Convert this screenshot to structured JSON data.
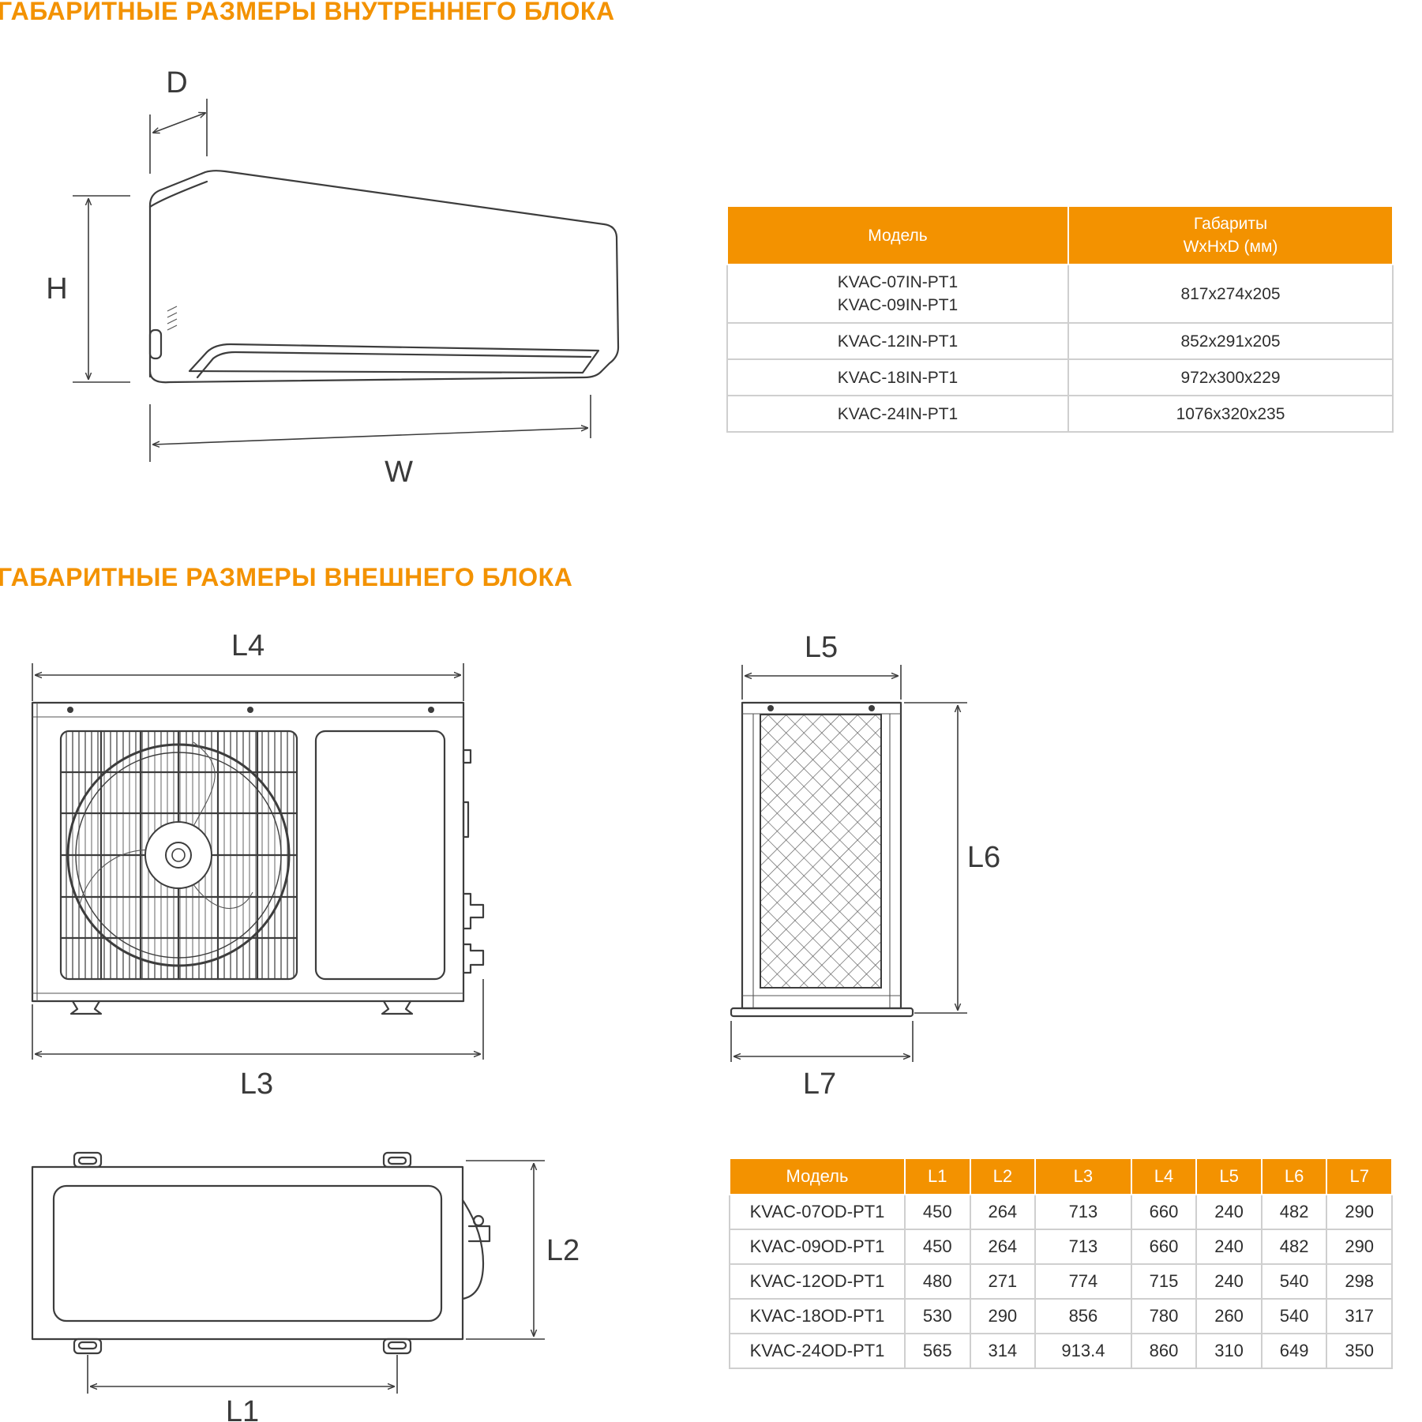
{
  "indoor": {
    "title": "ГАБАРИТНЫЕ РАЗМЕРЫ ВНУТРЕННЕГО БЛОКА",
    "labels": {
      "D": "D",
      "H": "H",
      "W": "W"
    },
    "table": {
      "headers": [
        "Модель",
        "Габариты\nWxHxD (мм)"
      ],
      "rows": [
        {
          "model": "KVAC-07IN-PT1\nKVAC-09IN-PT1",
          "dims": "817x274x205"
        },
        {
          "model": "KVAC-12IN-PT1",
          "dims": "852x291x205"
        },
        {
          "model": "KVAC-18IN-PT1",
          "dims": "972x300x229"
        },
        {
          "model": "KVAC-24IN-PT1",
          "dims": "1076x320x235"
        }
      ]
    }
  },
  "outdoor": {
    "title": "ГАБАРИТНЫЕ РАЗМЕРЫ ВНЕШНЕГО БЛОКА",
    "labels": {
      "L1": "L1",
      "L2": "L2",
      "L3": "L3",
      "L4": "L4",
      "L5": "L5",
      "L6": "L6",
      "L7": "L7"
    },
    "table": {
      "headers": [
        "Модель",
        "L1",
        "L2",
        "L3",
        "L4",
        "L5",
        "L6",
        "L7"
      ],
      "rows": [
        [
          "KVAC-07OD-PT1",
          "450",
          "264",
          "713",
          "660",
          "240",
          "482",
          "290"
        ],
        [
          "KVAC-09OD-PT1",
          "450",
          "264",
          "713",
          "660",
          "240",
          "482",
          "290"
        ],
        [
          "KVAC-12OD-PT1",
          "480",
          "271",
          "774",
          "715",
          "240",
          "540",
          "298"
        ],
        [
          "KVAC-18OD-PT1",
          "530",
          "290",
          "856",
          "780",
          "260",
          "540",
          "317"
        ],
        [
          "KVAC-24OD-PT1",
          "565",
          "314",
          "913.4",
          "860",
          "310",
          "649",
          "350"
        ]
      ]
    }
  },
  "colors": {
    "accent": "#f39200",
    "line": "#3d3d3d",
    "table_border": "#cfcfcf"
  }
}
